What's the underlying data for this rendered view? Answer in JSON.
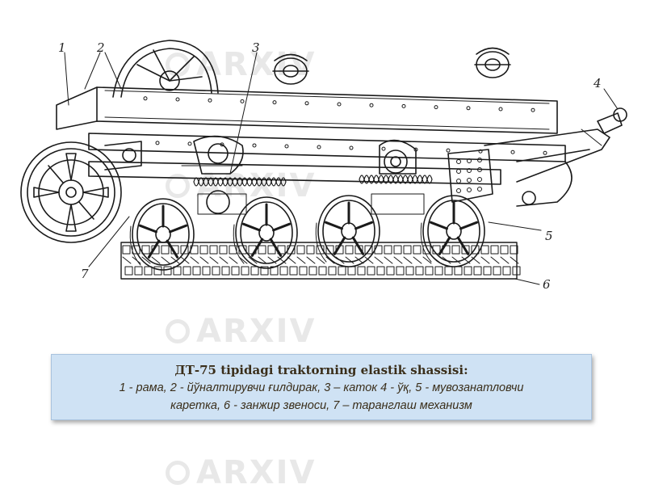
{
  "watermark": {
    "text": "ARXIV"
  },
  "diagram": {
    "callouts": [
      "1",
      "2",
      "3",
      "4",
      "5",
      "6",
      "7"
    ]
  },
  "caption": {
    "title": "ДТ-75 tipidagi traktorning elastik shassisi:",
    "line1": "1 - рама, 2 - йўналтирувчи ғилдирак, 3 – каток  4 - ўқ, 5 - мувозанатловчи",
    "line2": "каретка, 6 - занжир звеноси, 7 – таранглаш механизм"
  }
}
